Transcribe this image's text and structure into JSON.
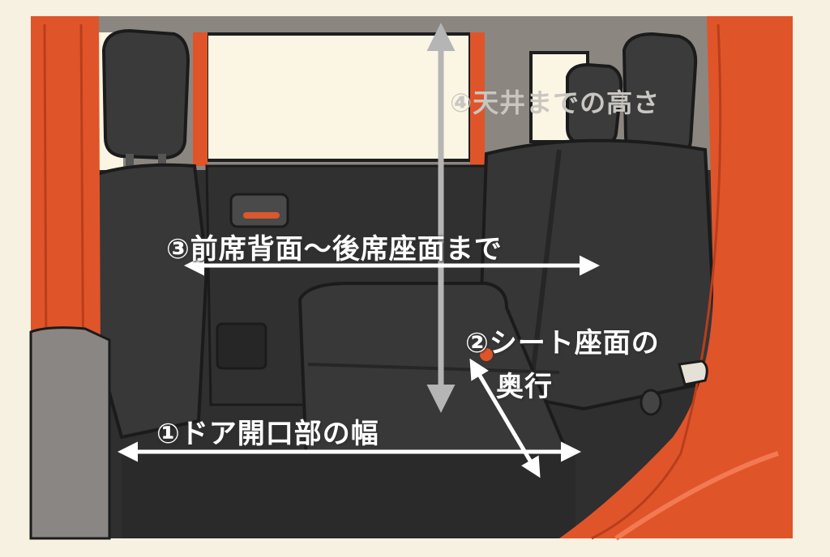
{
  "labels": {
    "door_width": "①ドア開口部の幅",
    "seat_depth_line1": "②シート座面の",
    "seat_depth_line2": "奥行",
    "front_to_rear": "③前席背面〜後席座面まで",
    "ceiling_height": "④天井までの高さ"
  },
  "colors": {
    "background": "#f7f1e1",
    "body_orange": "#e0542a",
    "interior_dark": "#333333",
    "window_light": "#fbf5e3",
    "arrow_white": "#ffffff",
    "arrow_gray": "#b5b5b5"
  }
}
